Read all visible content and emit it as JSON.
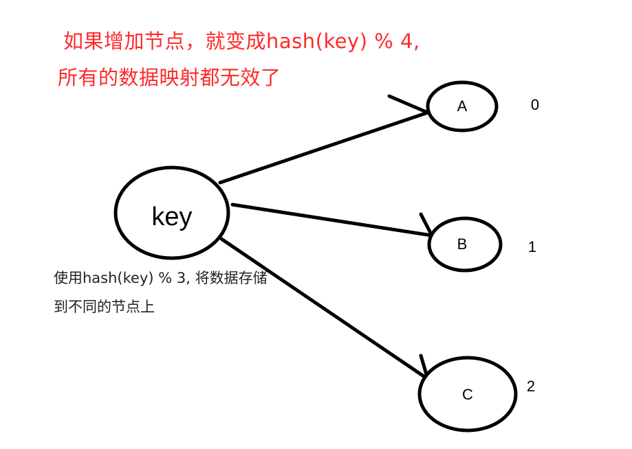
{
  "annotation_top": {
    "line1": "如果增加节点，就变成hash(key) % 4,",
    "line2": "所有的数据映射都无效了"
  },
  "annotation_bottom": {
    "line1": "使用hash(key) % 3, 将数据存储",
    "line2": "到不同的节点上"
  },
  "nodes": {
    "key": "key",
    "a": "A",
    "b": "B",
    "c": "C"
  },
  "indices": {
    "a": "0",
    "b": "1",
    "c": "2"
  },
  "colors": {
    "stroke": "#000000",
    "annotation_red": "#ff2a2a",
    "annotation_dark": "#222222"
  }
}
